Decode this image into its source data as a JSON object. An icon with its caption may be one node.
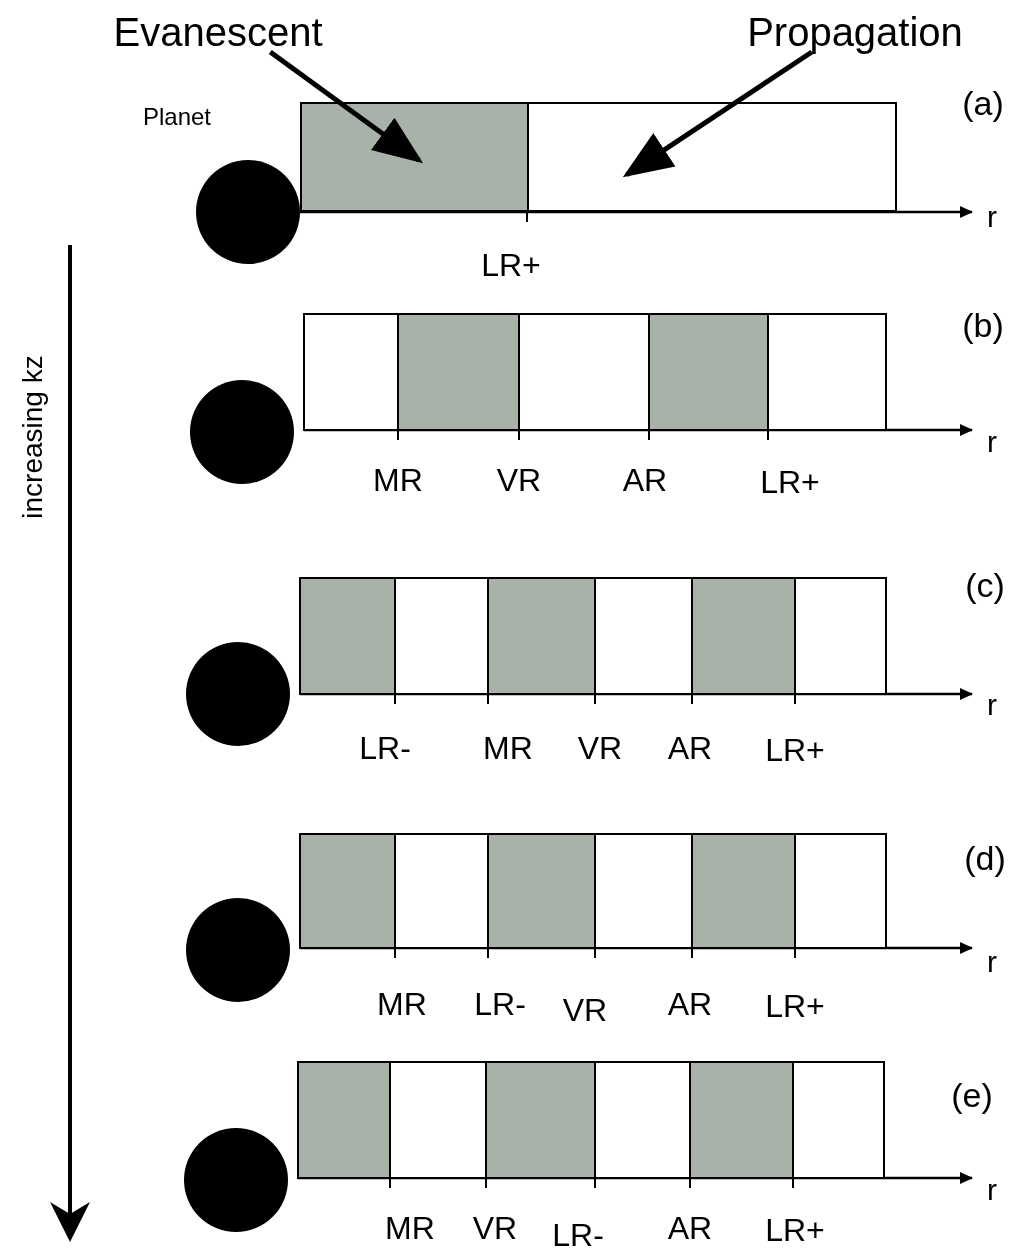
{
  "diagram": {
    "nodes": [
      {
        "text": [
          "Evanescent"
        ]
      },
      {
        "text": [
          "Propagation"
        ]
      },
      {
        "text": [],
        "shape": "box"
      },
      {
        "text": [],
        "shape": "box"
      }
    ],
    "edges": [
      {
        "from": 0,
        "to": 2,
        "arrow": "to"
      },
      {
        "from": 1,
        "to": 3,
        "arrow": "to"
      }
    ],
    "labels": [
      "Planet",
      "(a)",
      "r",
      "LR+",
      "increasing kz",
      "(b)",
      "r",
      "MR",
      "VR",
      "AR",
      "LR+",
      "(c)",
      "r",
      "LR-",
      "MR",
      "VR",
      "AR",
      "LR+",
      "(d)",
      "r",
      "MR",
      "LR-",
      "VR",
      "AR",
      "LR+",
      "(e)",
      "r",
      "MR",
      "VR",
      "LR-",
      "AR",
      "LR+"
    ]
  }
}
